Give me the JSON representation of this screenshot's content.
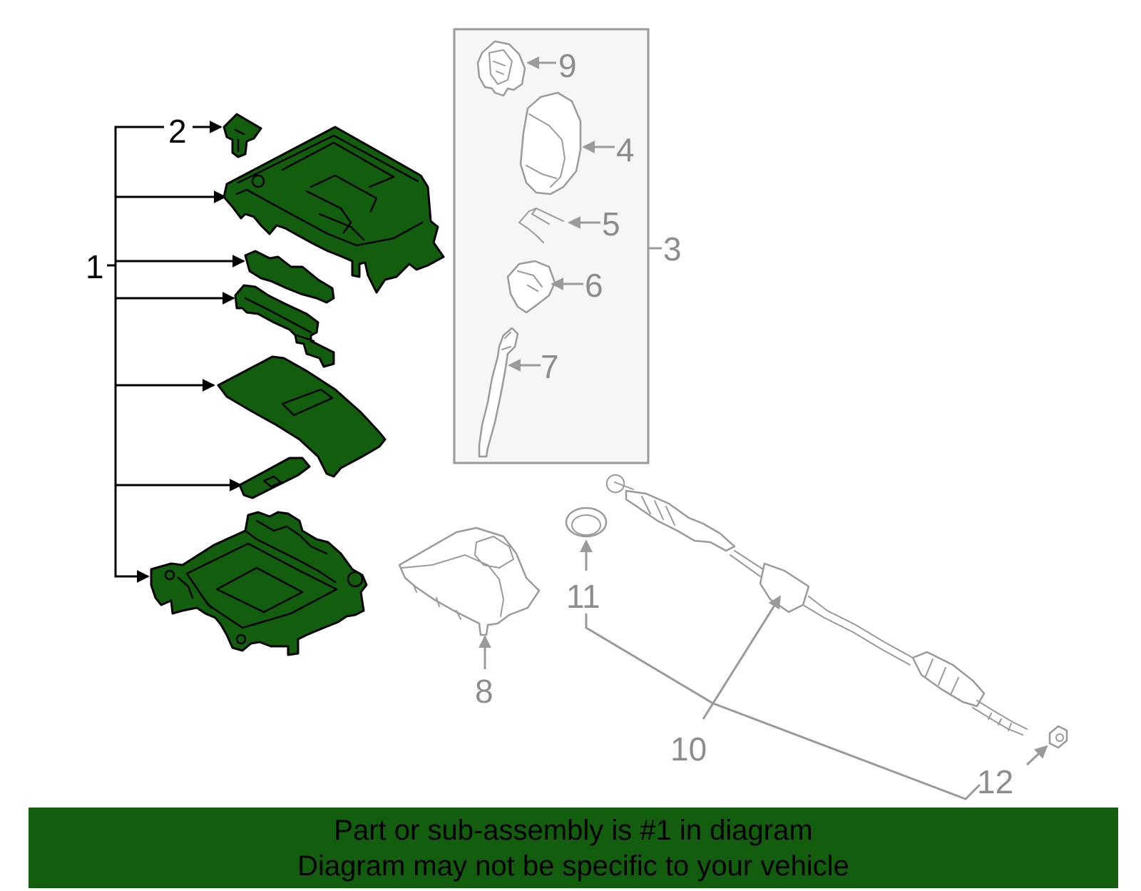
{
  "callouts": {
    "c1": "1",
    "c2": "2",
    "c3": "3",
    "c4": "4",
    "c5": "5",
    "c6": "6",
    "c7": "7",
    "c8": "8",
    "c9": "9",
    "c10": "10",
    "c11": "11",
    "c12": "12"
  },
  "banner": {
    "line1": "Part or sub-assembly is #1 in diagram",
    "line2": "Diagram may not be specific to your vehicle"
  },
  "colors": {
    "highlight": "#135e0e",
    "outline_gray": "#9a9a9a",
    "callout_gray": "#8c8c8c",
    "callout_black": "#000000"
  }
}
